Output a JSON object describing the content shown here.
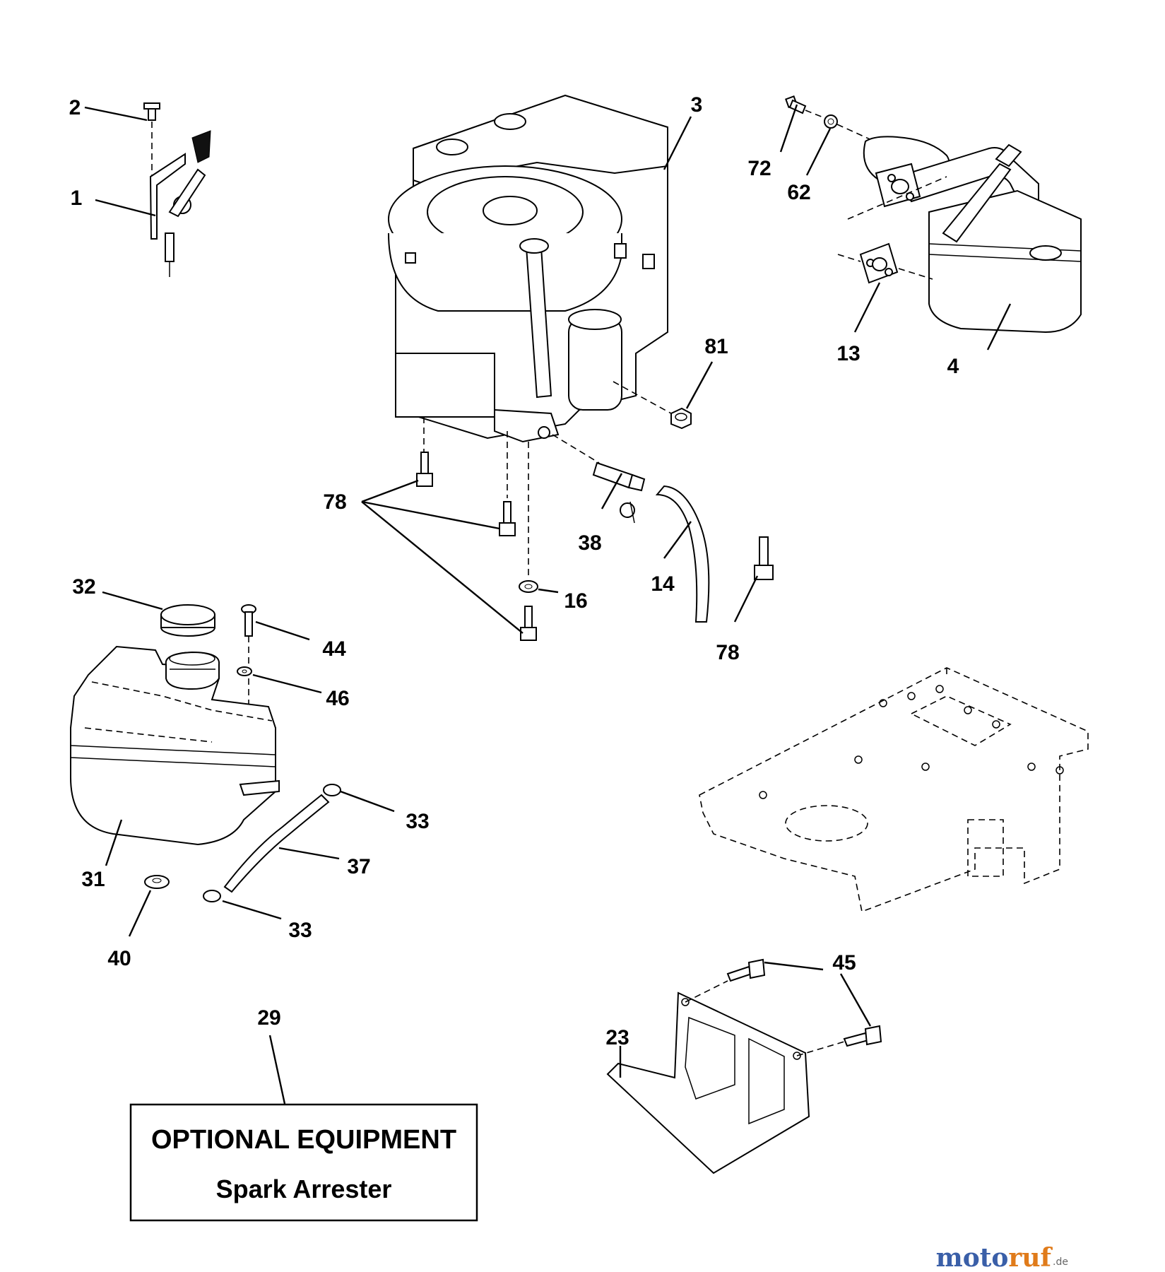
{
  "callouts": [
    {
      "id": "c1",
      "text": "1"
    },
    {
      "id": "c2",
      "text": "2"
    },
    {
      "id": "c3",
      "text": "3"
    },
    {
      "id": "c4",
      "text": "4"
    },
    {
      "id": "c13",
      "text": "13"
    },
    {
      "id": "c14",
      "text": "14"
    },
    {
      "id": "c16",
      "text": "16"
    },
    {
      "id": "c23",
      "text": "23"
    },
    {
      "id": "c29",
      "text": "29"
    },
    {
      "id": "c31",
      "text": "31"
    },
    {
      "id": "c32",
      "text": "32"
    },
    {
      "id": "c33a",
      "text": "33"
    },
    {
      "id": "c33b",
      "text": "33"
    },
    {
      "id": "c37",
      "text": "37"
    },
    {
      "id": "c38",
      "text": "38"
    },
    {
      "id": "c40",
      "text": "40"
    },
    {
      "id": "c44",
      "text": "44"
    },
    {
      "id": "c45",
      "text": "45"
    },
    {
      "id": "c46",
      "text": "46"
    },
    {
      "id": "c62",
      "text": "62"
    },
    {
      "id": "c72",
      "text": "72"
    },
    {
      "id": "c78a",
      "text": "78"
    },
    {
      "id": "c78b",
      "text": "78"
    },
    {
      "id": "c81",
      "text": "81"
    }
  ],
  "optional_box": {
    "title": "OPTIONAL EQUIPMENT",
    "subtitle": "Spark Arrester"
  },
  "watermark": {
    "brand_a": "moto",
    "brand_b": "ruf",
    "suffix": ".de",
    "color_a": "#3a5fa8",
    "color_b": "#e07b1a"
  }
}
